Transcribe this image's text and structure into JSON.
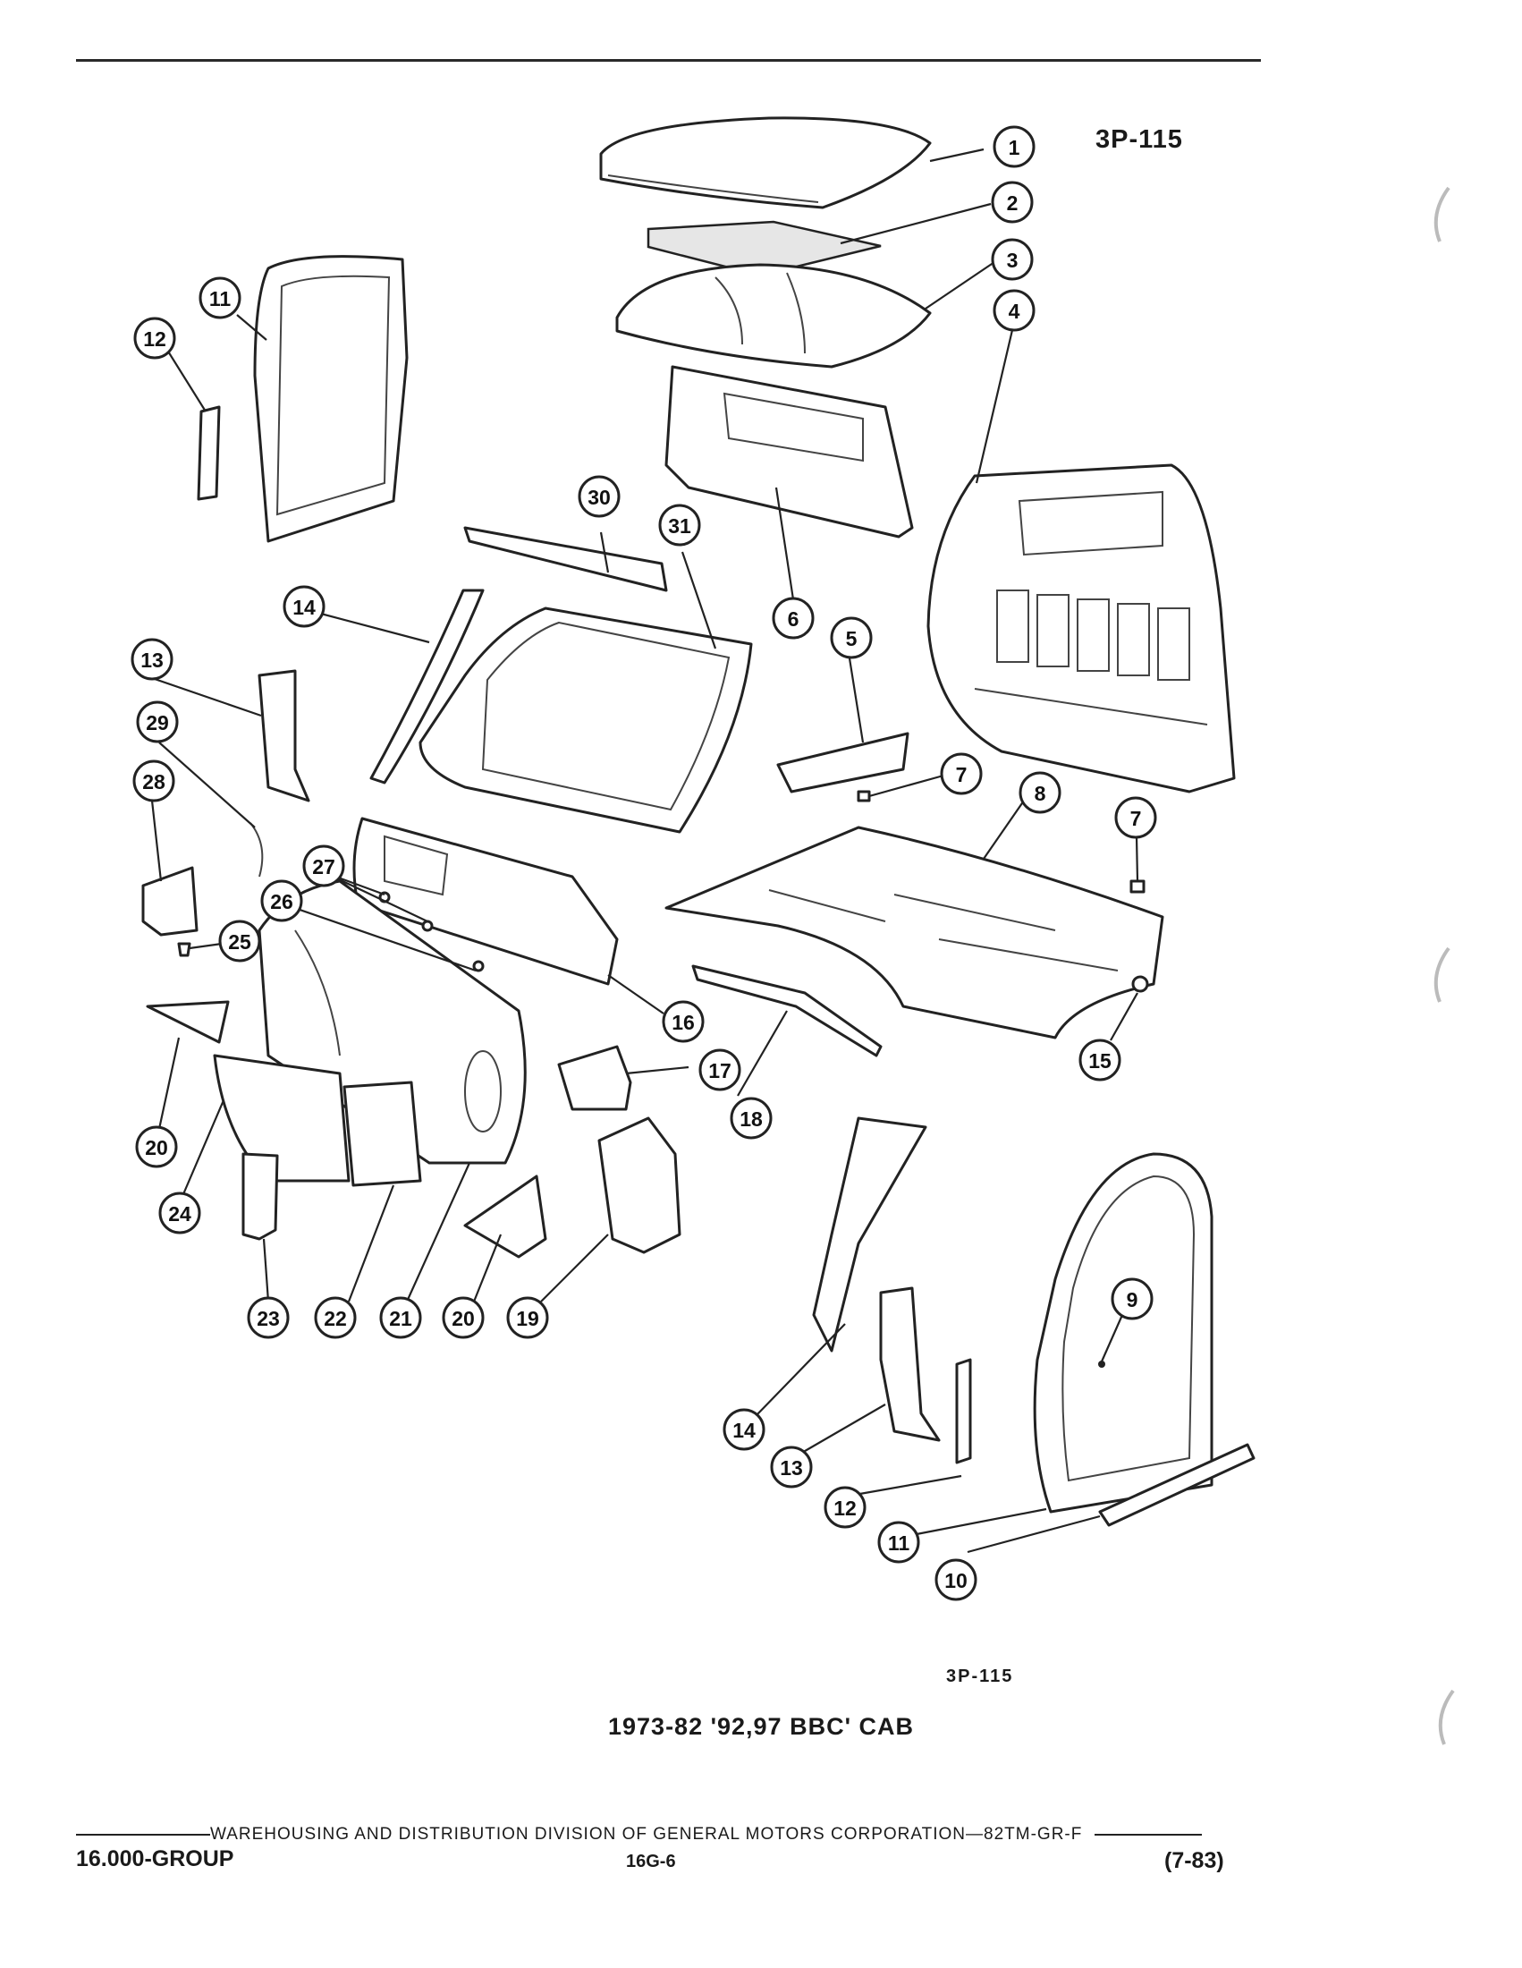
{
  "figure_code_top": "3P-115",
  "figure_code_bottom": "3P-115",
  "caption": "1973-82 '92,97 BBC' CAB",
  "footer": {
    "division_text": "WAREHOUSING AND DISTRIBUTION  DIVISION OF GENERAL MOTORS CORPORATION—82TM-GR-F",
    "group": "16.000-GROUP",
    "page_number": "16G-6",
    "date_code": "(7-83)"
  },
  "callouts": [
    "1",
    "2",
    "3",
    "4",
    "5",
    "6",
    "7",
    "7",
    "8",
    "9",
    "10",
    "11",
    "11",
    "12",
    "12",
    "13",
    "13",
    "14",
    "14",
    "15",
    "16",
    "17",
    "18",
    "19",
    "20",
    "20",
    "21",
    "22",
    "23",
    "24",
    "25",
    "26",
    "27",
    "28",
    "29",
    "30",
    "31"
  ]
}
